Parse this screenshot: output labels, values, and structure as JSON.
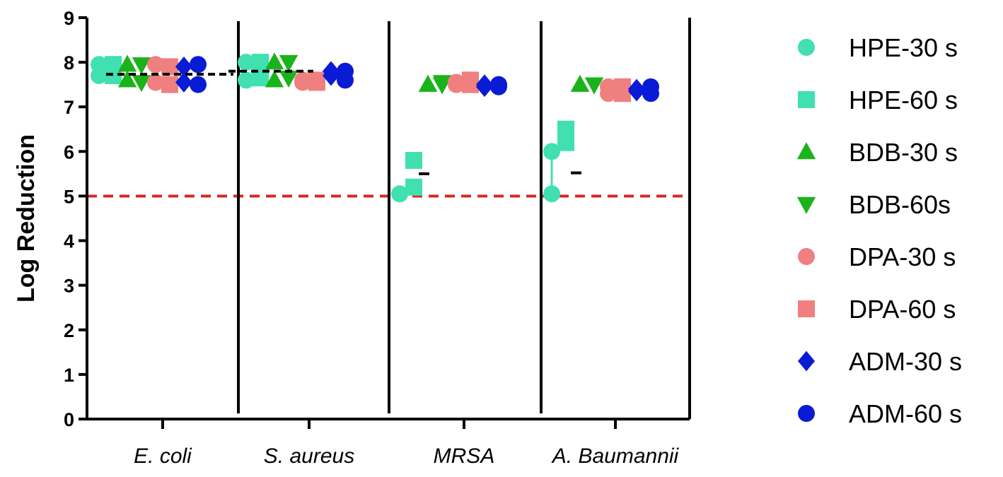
{
  "chart_data": {
    "type": "scatter",
    "xlabel": "",
    "ylabel": "Log Reduction",
    "ylim": [
      0,
      9
    ],
    "yticks": [
      "0",
      "1",
      "2",
      "3",
      "4",
      "5",
      "6",
      "7",
      "8",
      "9"
    ],
    "categories": [
      "E. coli",
      "S. aureus",
      "MRSA",
      "A. Baumannii"
    ],
    "threshold": {
      "value": 5,
      "color": "#d62728",
      "style": "dashed"
    },
    "legend_position": "right",
    "series": [
      {
        "name": "HPE-30 s",
        "marker": "circle",
        "color": "#40e0b0",
        "values": [
          [
            7.95,
            7.7
          ],
          [
            8.0,
            7.6
          ],
          [
            5.05,
            5.05
          ],
          [
            6.0,
            5.05
          ]
        ]
      },
      {
        "name": "HPE-60 s",
        "marker": "square",
        "color": "#40e0b0",
        "values": [
          [
            7.95,
            7.7
          ],
          [
            8.0,
            7.65
          ],
          [
            5.8,
            5.2
          ],
          [
            6.5,
            6.2
          ]
        ]
      },
      {
        "name": "BDB-30 s",
        "marker": "triangle-up",
        "color": "#1bb31b",
        "values": [
          [
            7.95,
            7.6
          ],
          [
            8.0,
            7.6
          ],
          [
            7.5,
            7.5
          ],
          [
            7.5,
            7.5
          ]
        ]
      },
      {
        "name": "BDB-60s",
        "marker": "triangle-down",
        "color": "#1bb31b",
        "values": [
          [
            7.95,
            7.55
          ],
          [
            8.0,
            7.65
          ],
          [
            7.55,
            7.5
          ],
          [
            7.5,
            7.5
          ]
        ]
      },
      {
        "name": "DPA-30 s",
        "marker": "circle",
        "color": "#f08080",
        "values": [
          [
            7.95,
            7.55
          ],
          [
            7.6,
            7.55
          ],
          [
            7.55,
            7.5
          ],
          [
            7.45,
            7.3
          ]
        ]
      },
      {
        "name": "DPA-60 s",
        "marker": "square",
        "color": "#f08080",
        "values": [
          [
            7.9,
            7.5
          ],
          [
            7.6,
            7.55
          ],
          [
            7.6,
            7.5
          ],
          [
            7.45,
            7.3
          ]
        ]
      },
      {
        "name": "ADM-30 s",
        "marker": "diamond",
        "color": "#0a1bd6",
        "values": [
          [
            7.9,
            7.55
          ],
          [
            7.8,
            7.7
          ],
          [
            7.5,
            7.45
          ],
          [
            7.4,
            7.35
          ]
        ]
      },
      {
        "name": "ADM-60 s",
        "marker": "circle",
        "color": "#0a1bd6",
        "values": [
          [
            7.95,
            7.5
          ],
          [
            7.8,
            7.6
          ],
          [
            7.5,
            7.45
          ],
          [
            7.45,
            7.3
          ]
        ]
      }
    ],
    "means": [
      {
        "value": 7.73,
        "style": "dashed",
        "span": "group"
      },
      {
        "value": 7.8,
        "style": "dashed",
        "span": "partial"
      },
      {
        "value": 5.5,
        "style": "short",
        "span": "short"
      },
      {
        "value": 5.52,
        "style": "short",
        "span": "short"
      }
    ]
  }
}
